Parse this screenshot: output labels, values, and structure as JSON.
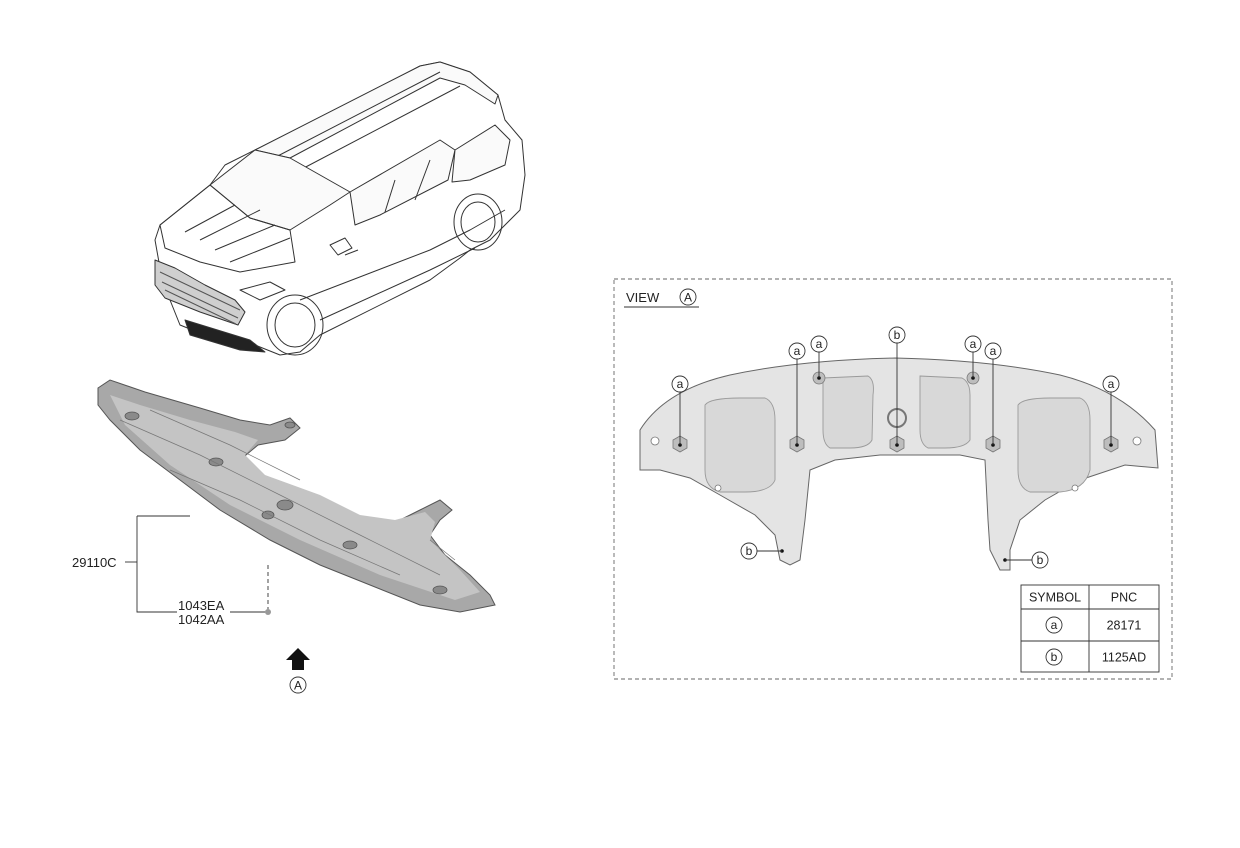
{
  "parts": {
    "cover_part_no": "29110C",
    "fastener_part_no_1": "1043EA",
    "fastener_part_no_2": "1042AA",
    "view_arrow_ref": "A"
  },
  "view": {
    "label": "VIEW",
    "ref": "A"
  },
  "callouts": {
    "a": "a",
    "b": "b"
  },
  "legend": {
    "headers": [
      "SYMBOL",
      "PNC"
    ],
    "rows": [
      {
        "symbol": "a",
        "pnc": "28171"
      },
      {
        "symbol": "b",
        "pnc": "1125AD"
      }
    ]
  }
}
